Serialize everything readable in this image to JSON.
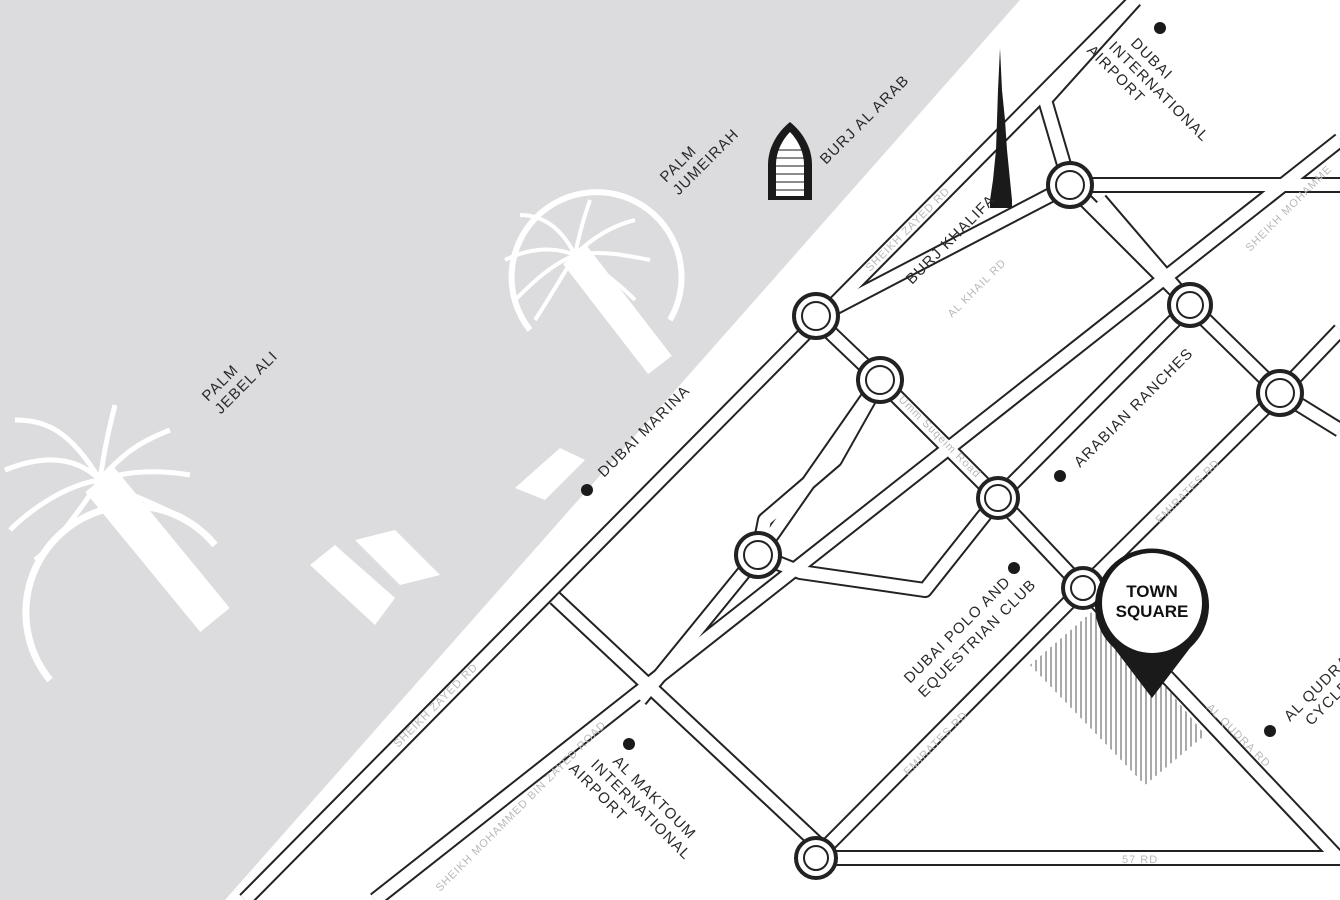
{
  "colors": {
    "sea": "#dcdcde",
    "road_outline": "#222222",
    "palm": "#ffffff",
    "marker": "#1a1a1a"
  },
  "icons": [
    "burj-al-arab-icon",
    "burj-khalifa-icon",
    "location-pin-icon"
  ],
  "islands": {
    "palm_jebel_ali": [
      "PALM",
      "JEBEL ALI"
    ],
    "palm_jumeirah": [
      "PALM",
      "JUMEIRAH"
    ]
  },
  "landmarks": {
    "burj_al_arab": "BURJ AL ARAB",
    "burj_khalifa": "BURJ KHALIFA",
    "dubai_marina": "DUBAI MARINA",
    "dubai_airport": [
      "DUBAI",
      "INTERNATIONAL",
      "AIRPORT"
    ],
    "arabian_ranches": "ARABIAN RANCHES",
    "polo_club": [
      "DUBAI POLO AND",
      "EQUESTRIAN CLUB"
    ],
    "maktoum_airport": [
      "AL MAKTOUM",
      "INTERNATIONAL",
      "AIRPORT"
    ],
    "al_qudra_cycle": [
      "AL QUDRA",
      "CYCLE T"
    ]
  },
  "roads": {
    "sheikh_zayed_top": "SHEIKH ZAYED RD",
    "sheikh_zayed_bottom": "SHEIKH ZAYED RD",
    "al_khail": "AL KHAIL RD",
    "umm_suqeim": "Umm Suqeim Road",
    "emirates_upper": "EMIRATES RD",
    "emirates_lower": "EMIRATES RD",
    "al_qudra": "AL QUDRA RD",
    "sheikh_mohammed_top": "SHEIKH MOHAMME",
    "sheikh_mohammed_bottom": "SHEIKH MOHAMMED BIN ZAYED ROAD",
    "rd_57": "57 RD"
  },
  "pin": {
    "line1": "TOWN",
    "line2": "SQUARE"
  }
}
